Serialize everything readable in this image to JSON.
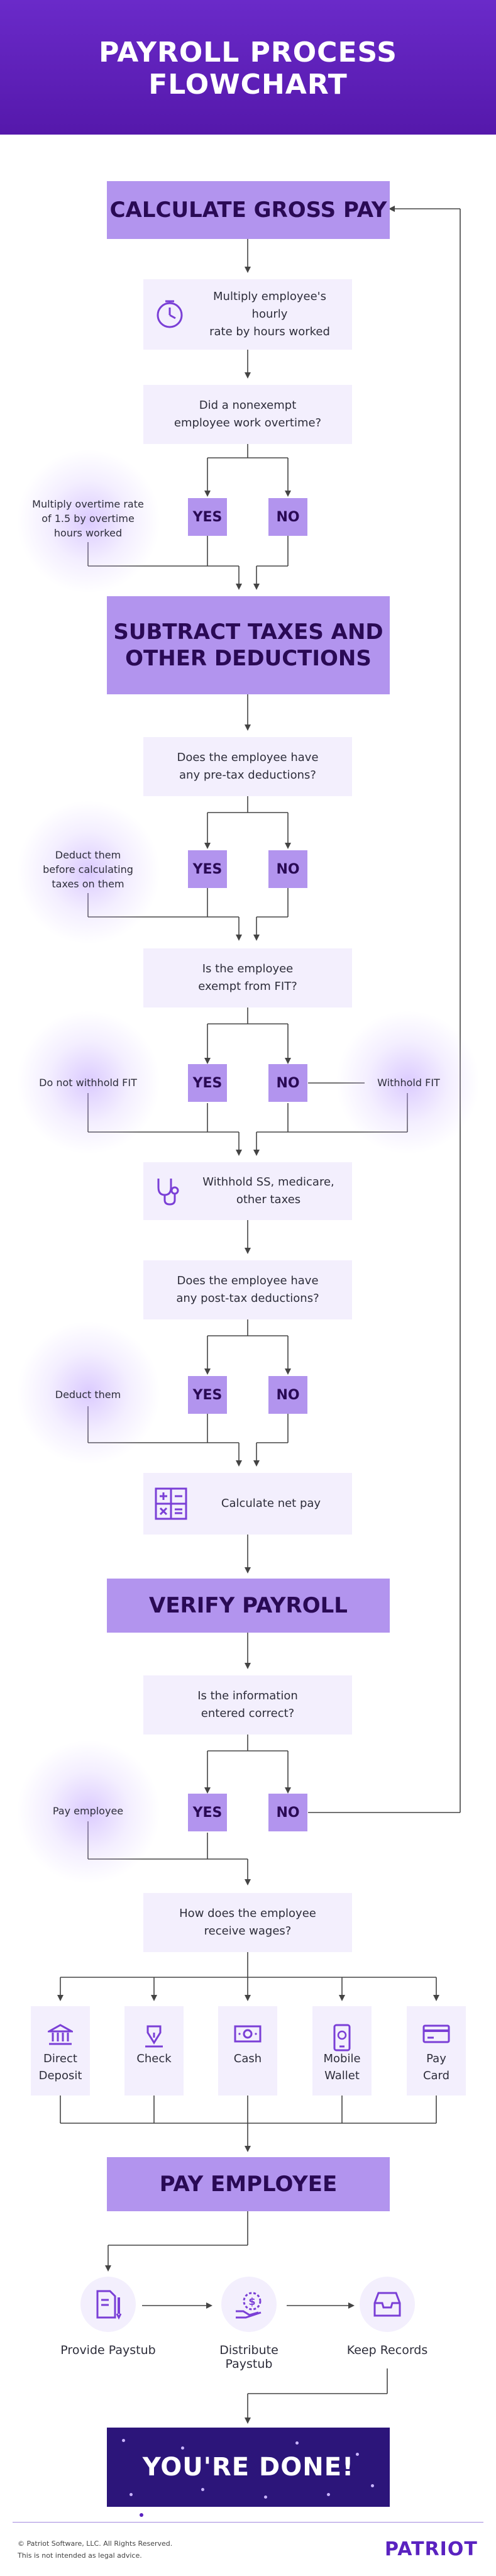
{
  "header": {
    "title": "PAYROLL PROCESS FLOWCHART"
  },
  "stages": {
    "gross": "CALCULATE GROSS PAY",
    "taxes_line1": "SUBTRACT TAXES AND",
    "taxes_line2": "OTHER DEDUCTIONS",
    "verify": "VERIFY PAYROLL",
    "pay": "PAY EMPLOYEE"
  },
  "steps": {
    "hourly_line1": "Multiply employee's hourly",
    "hourly_line2": "rate by hours worked",
    "overtime_q_line1": "Did a nonexempt",
    "overtime_q_line2": "employee work overtime?",
    "overtime_side_line1": "Multiply overtime rate",
    "overtime_side_line2": "of 1.5 by overtime",
    "overtime_side_line3": "hours worked",
    "pretax_q_line1": "Does the employee have",
    "pretax_q_line2": "any pre-tax deductions?",
    "pretax_side_line1": "Deduct them",
    "pretax_side_line2": "before calculating",
    "pretax_side_line3": "taxes on them",
    "fit_q_line1": "Is the employee",
    "fit_q_line2": "exempt from FIT?",
    "fit_side_left": "Do not withhold FIT",
    "fit_side_right": "Withhold FIT",
    "withhold_line1": "Withhold SS, medicare,",
    "withhold_line2": "other taxes",
    "posttax_q_line1": "Does the employee have",
    "posttax_q_line2": "any post-tax deductions?",
    "posttax_side": "Deduct them",
    "net_pay": "Calculate net pay",
    "correct_q_line1": "Is the information",
    "correct_q_line2": "entered correct?",
    "correct_side": "Pay employee",
    "wages_q_line1": "How does the employee",
    "wages_q_line2": "receive wages?"
  },
  "answers": {
    "yes": "YES",
    "no": "NO"
  },
  "payment_options": [
    {
      "line1": "Direct",
      "line2": "Deposit",
      "icon": "bank-icon"
    },
    {
      "line1": "Check",
      "line2": "",
      "icon": "pen-nib-icon"
    },
    {
      "line1": "Cash",
      "line2": "",
      "icon": "cash-icon"
    },
    {
      "line1": "Mobile",
      "line2": "Wallet",
      "icon": "mobile-wallet-icon"
    },
    {
      "line1": "Pay",
      "line2": "Card",
      "icon": "credit-card-icon"
    }
  ],
  "final_steps": {
    "paystub": "Provide Paystub",
    "distribute": "Distribute Paystub",
    "records": "Keep Records"
  },
  "done": "YOU'RE DONE!",
  "footer": {
    "copyright": "© Patriot Software, LLC. All Rights Reserved.",
    "disclaimer": "This is not intended as legal advice.",
    "logo": "PATRIOT"
  },
  "icons": {
    "hourly": "clock-icon",
    "withhold": "stethoscope-icon",
    "net_pay": "calculator-icon",
    "paystub": "document-pen-icon",
    "distribute": "hand-dollar-icon",
    "records": "inbox-tray-icon"
  },
  "colors": {
    "header": "#5b1fb4",
    "stage": "#b294ee",
    "box": "#f3effd",
    "icon": "#7a3fd6",
    "done_bg": "#2c157a"
  }
}
